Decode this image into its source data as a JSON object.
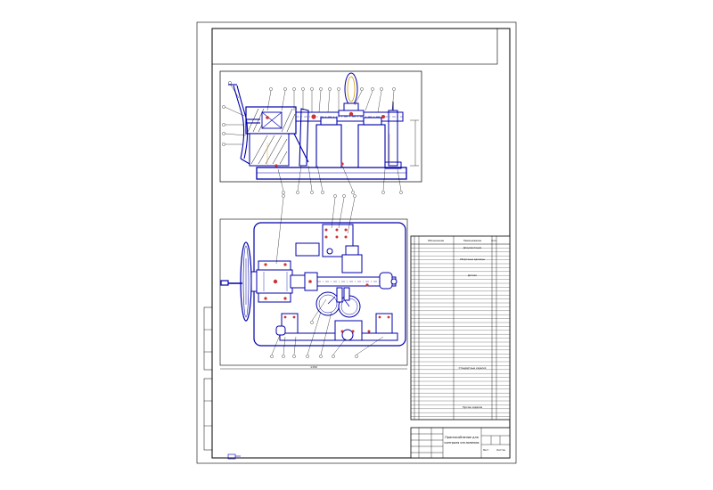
{
  "title_block": {
    "drawing_name_line1": "Приспособление для",
    "drawing_name_line2": "контроля отклонения",
    "sheet_label": "Лист",
    "sheets_label": "Листов"
  },
  "spec_table": {
    "headers": [
      "Обозначение",
      "Наименование",
      "Кол."
    ],
    "section_docs": "Документация",
    "section_assembly": "Сборочные единицы",
    "section_parts": "Детали",
    "section_standard": "Стандартные изделия",
    "section_other": "Прочие изделия"
  },
  "dimensions": {
    "overall_width": "1150"
  },
  "colors": {
    "frame": "#000000",
    "part": "#0000aa",
    "hatch": "#1a1a1a",
    "balloon": "#000000",
    "hub": "#cc3333",
    "accent_yellow": "#d8a000"
  },
  "icons": [
    "handwheel-icon",
    "dial-indicator-icon",
    "clamp-icon",
    "bolt-icon"
  ]
}
